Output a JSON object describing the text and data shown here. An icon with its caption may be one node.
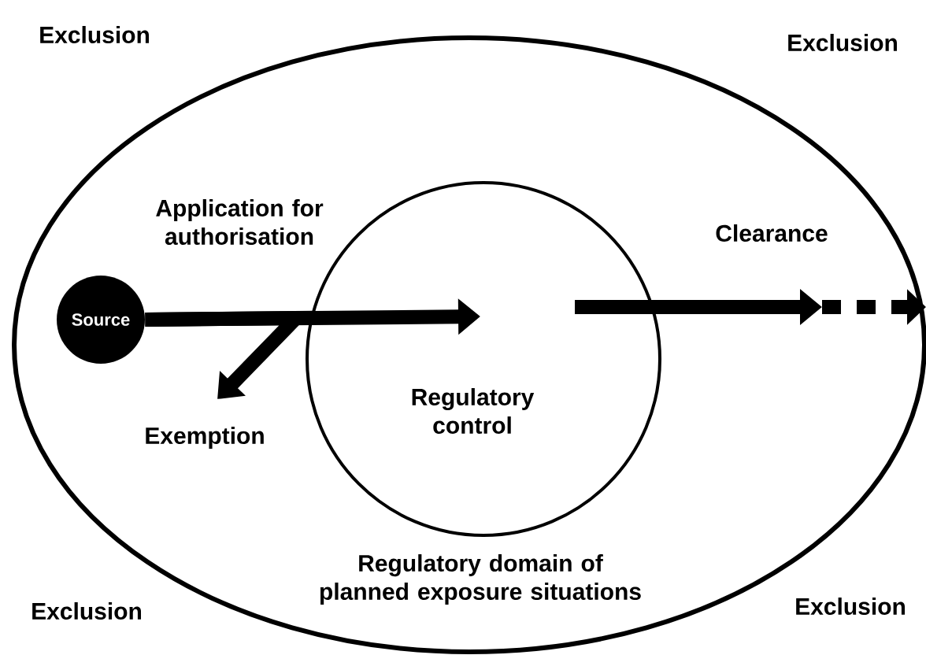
{
  "diagram": {
    "nodes": [
      {
        "text": [
          "Regulatory domain of planned exposure situations"
        ]
      },
      {
        "text": [
          "Regulatory control"
        ],
        "in": 0
      },
      {
        "text": [
          "Source"
        ],
        "in": 0
      },
      {
        "text": [
          "Exemption"
        ],
        "in": 0
      }
    ],
    "edges": [
      {
        "from": 2,
        "to": 1,
        "arrow": "to",
        "label": "Application for authorisation"
      },
      {
        "from": 2,
        "to": 3,
        "arrow": "to"
      },
      {
        "from": 1,
        "to": null,
        "arrow": "to",
        "label": "Clearance"
      }
    ],
    "labels": [
      "Exclusion",
      "Exclusion",
      "Exclusion",
      "Exclusion"
    ]
  }
}
